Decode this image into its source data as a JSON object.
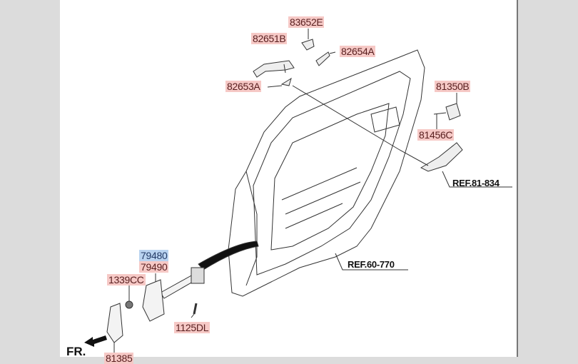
{
  "parts": {
    "p83652E": "83652E",
    "p82651B": "82651B",
    "p82654A": "82654A",
    "p82653A": "82653A",
    "p81350B": "81350B",
    "p81456C": "81456C",
    "p79480": "79480",
    "p79490": "79490",
    "p1339CC": "1339CC",
    "p1125DL": "1125DL",
    "p81385": "81385"
  },
  "refs": {
    "r81834": "REF.81-834",
    "r60770": "REF.60-770"
  },
  "direction": "FR.",
  "colors": {
    "label_bg": "#f6c9c6",
    "highlight_bg": "#b9d3f0",
    "page_bg": "#dcdcdc"
  }
}
